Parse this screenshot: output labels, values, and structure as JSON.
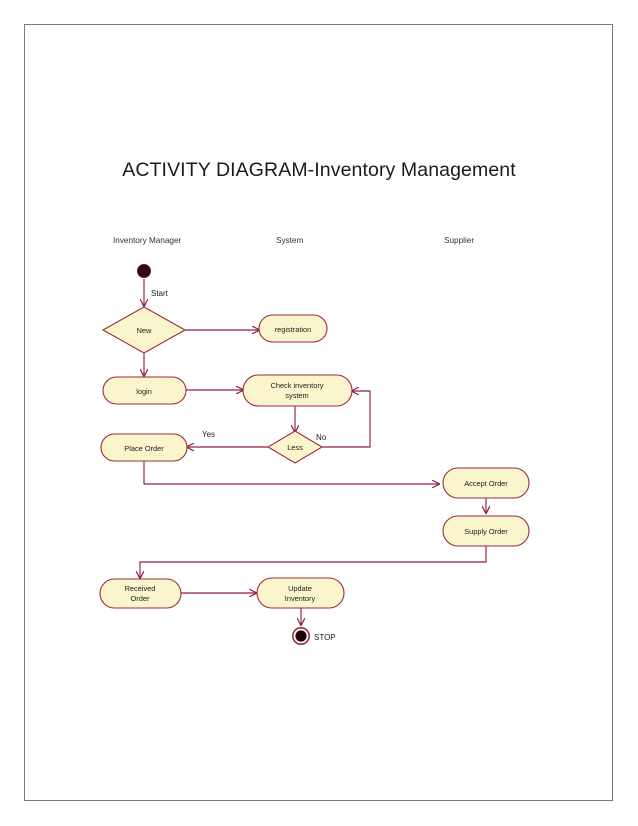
{
  "page": {
    "title": "ACTIVITY DIAGRAM-Inventory Management",
    "background_color": "#ffffff",
    "border_color": "#7a7a7a"
  },
  "theme": {
    "node_fill": "#fbf5cd",
    "node_stroke": "#9e2a3c",
    "edge_color": "#8e2239",
    "text_color": "#1b1b1b"
  },
  "chart_data": {
    "type": "diagram",
    "diagram_kind": "uml-activity-diagram",
    "title": "ACTIVITY DIAGRAM-Inventory Management",
    "swimlanes": [
      {
        "id": "lane_inventory_manager",
        "label": "Inventory Manager"
      },
      {
        "id": "lane_system",
        "label": "System"
      },
      {
        "id": "lane_supplier",
        "label": "Supplier"
      }
    ],
    "nodes": [
      {
        "id": "start",
        "label": "",
        "type": "initial",
        "lane": "lane_inventory_manager"
      },
      {
        "id": "new",
        "label": "New",
        "type": "decision",
        "lane": "lane_inventory_manager"
      },
      {
        "id": "registration",
        "label": "registration",
        "type": "action",
        "lane": "lane_system"
      },
      {
        "id": "login",
        "label": "login",
        "type": "action",
        "lane": "lane_inventory_manager"
      },
      {
        "id": "check_inventory_system",
        "label": "Check inventory system",
        "label_lines": [
          "Check inventory",
          "system"
        ],
        "type": "action",
        "lane": "lane_system"
      },
      {
        "id": "less",
        "label": "Less",
        "type": "decision",
        "lane": "lane_system"
      },
      {
        "id": "place_order",
        "label": "Place Order",
        "type": "action",
        "lane": "lane_inventory_manager"
      },
      {
        "id": "accept_order",
        "label": "Accept Order",
        "type": "action",
        "lane": "lane_supplier"
      },
      {
        "id": "supply_order",
        "label": "Supply Order",
        "type": "action",
        "lane": "lane_supplier"
      },
      {
        "id": "received_order",
        "label": "Received Order",
        "label_lines": [
          "Received",
          "Order"
        ],
        "type": "action",
        "lane": "lane_inventory_manager"
      },
      {
        "id": "update_inventory",
        "label": "Update Inventory",
        "label_lines": [
          "Update",
          "Inventory"
        ],
        "type": "action",
        "lane": "lane_system"
      },
      {
        "id": "stop",
        "label": "STOP",
        "type": "final",
        "lane": "lane_system"
      }
    ],
    "edges": [
      {
        "from": "start",
        "to": "new",
        "label": "Start"
      },
      {
        "from": "new",
        "to": "registration",
        "label": ""
      },
      {
        "from": "new",
        "to": "login",
        "label": ""
      },
      {
        "from": "login",
        "to": "check_inventory_system",
        "label": ""
      },
      {
        "from": "check_inventory_system",
        "to": "less",
        "label": ""
      },
      {
        "from": "less",
        "to": "place_order",
        "label": "Yes"
      },
      {
        "from": "less",
        "to": "check_inventory_system",
        "label": "No"
      },
      {
        "from": "place_order",
        "to": "accept_order",
        "label": ""
      },
      {
        "from": "accept_order",
        "to": "supply_order",
        "label": ""
      },
      {
        "from": "supply_order",
        "to": "received_order",
        "label": ""
      },
      {
        "from": "received_order",
        "to": "update_inventory",
        "label": ""
      },
      {
        "from": "update_inventory",
        "to": "stop",
        "label": ""
      }
    ]
  },
  "labels": {
    "lane_inventory_manager": "Inventory Manager",
    "lane_system": "System",
    "lane_supplier": "Supplier",
    "start_edge": "Start",
    "stop_node": "STOP",
    "yes_branch": "Yes",
    "no_branch": "No",
    "new": "New",
    "less": "Less",
    "registration": "registration",
    "login": "login",
    "check_inventory_line1": "Check inventory",
    "check_inventory_line2": "system",
    "place_order": "Place Order",
    "accept_order": "Accept Order",
    "supply_order": "Supply Order",
    "received_order_line1": "Received",
    "received_order_line2": "Order",
    "update_inventory_line1": "Update",
    "update_inventory_line2": "Inventory"
  }
}
